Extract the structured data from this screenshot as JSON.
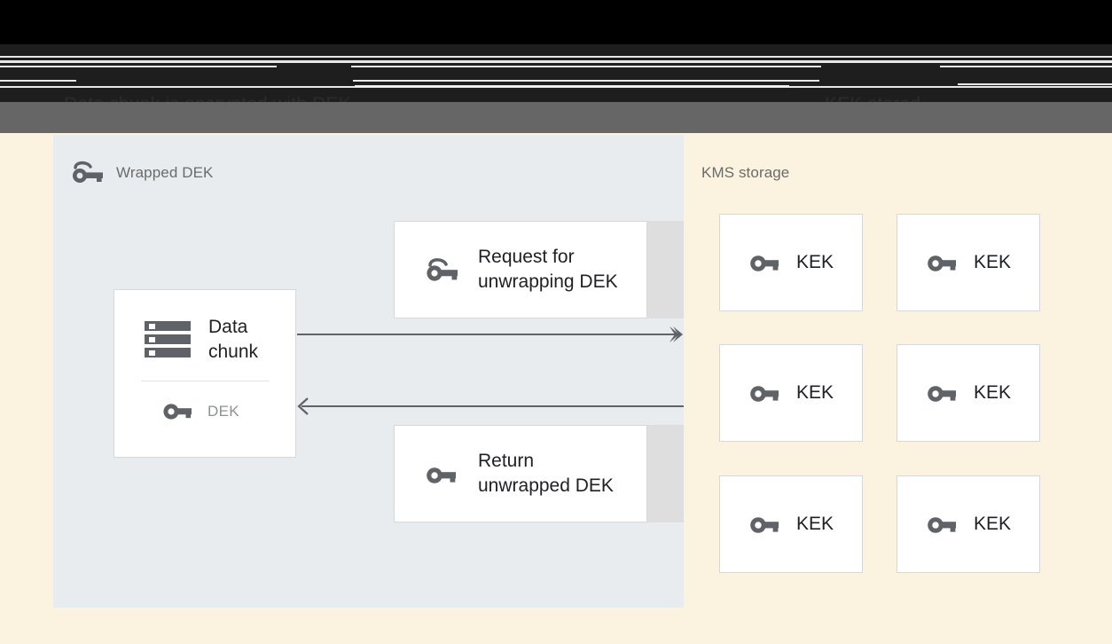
{
  "header": {
    "caption_left": "Data chunk is encrypted with DEK\nand stored with wrapped DEK",
    "caption_right": "KEK stored\nnever on disk"
  },
  "panels": {
    "left": {
      "title": "Wrapped DEK",
      "icon": "wrapped-key-icon"
    },
    "right": {
      "title": "KMS storage"
    }
  },
  "left_panel": {
    "data_chunk_card": {
      "icon": "storage-chunk-icon",
      "title": "Data\nchunk",
      "key_icon": "key-icon",
      "key_label": "DEK"
    },
    "messages": [
      {
        "icon": "wrapped-key-icon",
        "text": "Request for\nunwrapping DEK"
      },
      {
        "icon": "key-icon",
        "text": "Return\nunwrapped DEK"
      }
    ],
    "arrows": [
      {
        "direction": "right",
        "label": ""
      },
      {
        "direction": "left",
        "label": ""
      }
    ]
  },
  "kms_storage": {
    "keys": [
      {
        "icon": "key-icon",
        "label": "KEK"
      },
      {
        "icon": "key-icon",
        "label": "KEK"
      },
      {
        "icon": "key-icon",
        "label": "KEK"
      },
      {
        "icon": "key-icon",
        "label": "KEK"
      },
      {
        "icon": "key-icon",
        "label": "KEK"
      },
      {
        "icon": "key-icon",
        "label": "KEK"
      }
    ]
  },
  "colors": {
    "left_panel_bg": "#e8ecef",
    "right_panel_bg": "#fbf3e0",
    "card_bg": "#ffffff",
    "card_border": "#d6d9dc",
    "icon_gray": "#5f6368",
    "text_dark": "#202124",
    "text_muted": "#6b6b6b",
    "strip_gray": "#dededf",
    "header_gray": "#666666",
    "header_dark": "#1e1e1e"
  }
}
